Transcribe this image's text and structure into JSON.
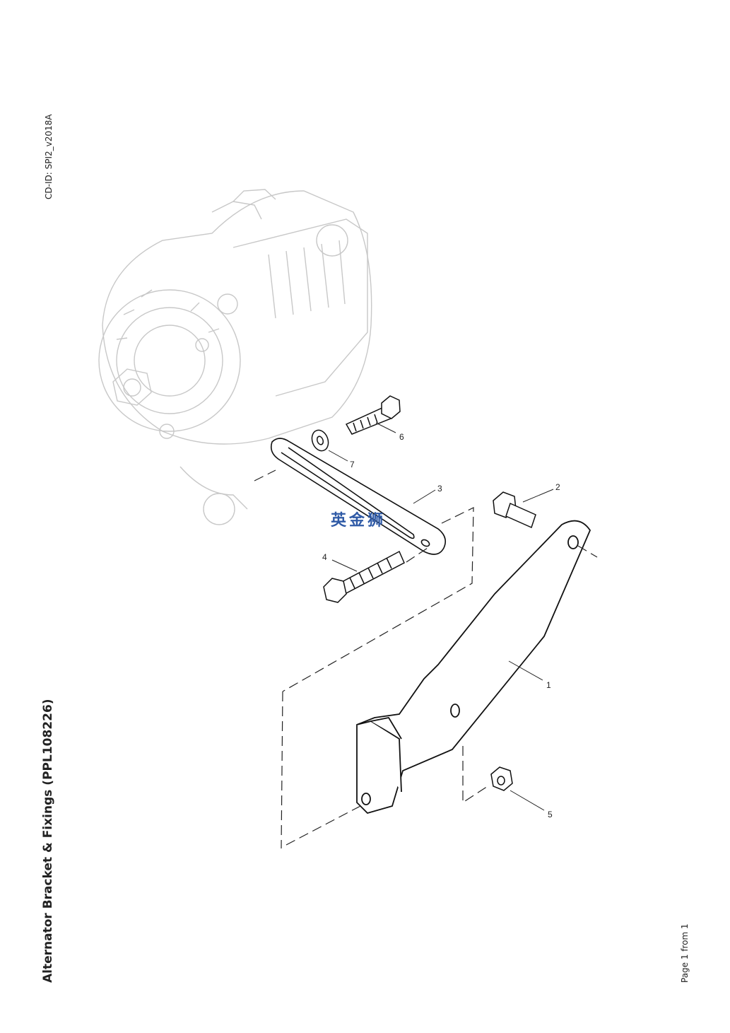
{
  "title": "Alternator Bracket & Fixings (PPL108226)",
  "cd_id": "CD-ID: SPI2_v2018A",
  "page_footer": "Page 1 from 1",
  "watermark": "英金狮",
  "callouts": [
    "1",
    "2",
    "3",
    "4",
    "5",
    "6",
    "7"
  ]
}
